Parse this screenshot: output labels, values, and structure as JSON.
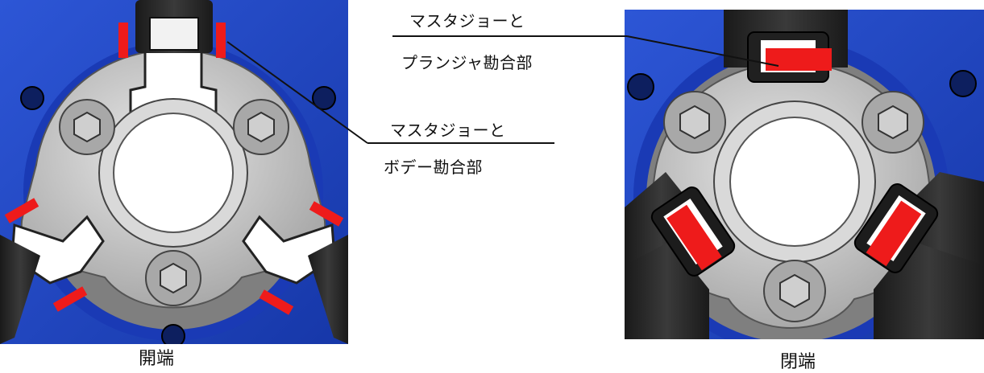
{
  "callouts": {
    "plunger_line1": "マスタジョーと",
    "plunger_line2": "プランジャ勘合部",
    "body_line1": "マスタジョーと",
    "body_line2": "ボデー勘合部"
  },
  "captions": {
    "left": "開端",
    "right": "閉端"
  },
  "colors": {
    "body_blue": "#1f46c8",
    "highlight_red": "#ee1b1b",
    "jaw_dark": "#2a2a2a",
    "plate_grey": "#bdbdbd"
  }
}
